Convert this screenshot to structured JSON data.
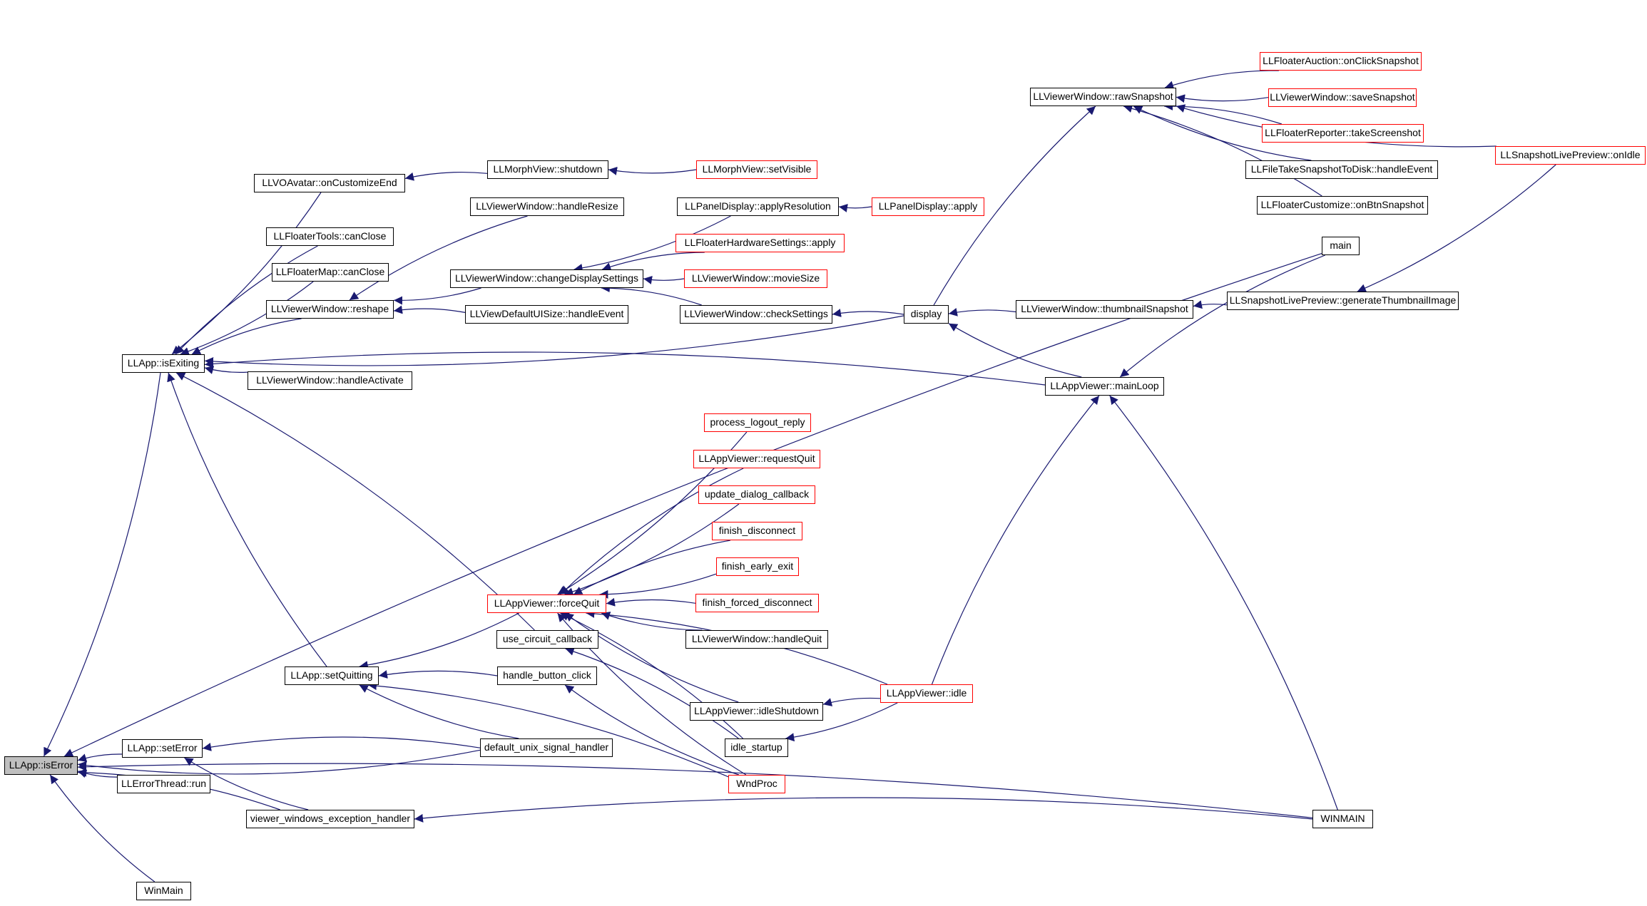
{
  "colors": {
    "edge": "#191970",
    "node_border": "#000000",
    "incomplete_border": "#ff0000",
    "selected_fill": "#bfbfbf"
  },
  "nodes": [
    {
      "id": "isError",
      "label": "LLApp::isError",
      "style": "selected"
    },
    {
      "id": "isExiting",
      "label": "LLApp::isExiting"
    },
    {
      "id": "setError",
      "label": "LLApp::setError"
    },
    {
      "id": "errThreadRun",
      "label": "LLErrorThread::run"
    },
    {
      "id": "vweh",
      "label": "viewer_windows_exception_handler"
    },
    {
      "id": "WinMain",
      "label": "WinMain"
    },
    {
      "id": "setQuitting",
      "label": "LLApp::setQuitting"
    },
    {
      "id": "onCustomizeEnd",
      "label": "LLVOAvatar::onCustomizeEnd"
    },
    {
      "id": "ftCanClose",
      "label": "LLFloaterTools::canClose"
    },
    {
      "id": "fmCanClose",
      "label": "LLFloaterMap::canClose"
    },
    {
      "id": "reshape",
      "label": "LLViewerWindow::reshape"
    },
    {
      "id": "handleActivate",
      "label": "LLViewerWindow::handleActivate"
    },
    {
      "id": "morphShutdown",
      "label": "LLMorphView::shutdown"
    },
    {
      "id": "morphSetVisible",
      "label": "LLMorphView::setVisible",
      "style": "red"
    },
    {
      "id": "handleResize",
      "label": "LLViewerWindow::handleResize"
    },
    {
      "id": "changeDisplay",
      "label": "LLViewerWindow::changeDisplaySettings"
    },
    {
      "id": "vdefHandle",
      "label": "LLViewDefaultUISize::handleEvent"
    },
    {
      "id": "applyResolution",
      "label": "LLPanelDisplay::applyResolution"
    },
    {
      "id": "pdApply",
      "label": "LLPanelDisplay::apply",
      "style": "red"
    },
    {
      "id": "fhsApply",
      "label": "LLFloaterHardwareSettings::apply",
      "style": "red"
    },
    {
      "id": "movieSize",
      "label": "LLViewerWindow::movieSize",
      "style": "red"
    },
    {
      "id": "checkSettings",
      "label": "LLViewerWindow::checkSettings"
    },
    {
      "id": "display",
      "label": "display"
    },
    {
      "id": "rawSnapshot",
      "label": "LLViewerWindow::rawSnapshot"
    },
    {
      "id": "faClick",
      "label": "LLFloaterAuction::onClickSnapshot",
      "style": "red"
    },
    {
      "id": "saveSnapshot",
      "label": "LLViewerWindow::saveSnapshot",
      "style": "red"
    },
    {
      "id": "takeScreenshot",
      "label": "LLFloaterReporter::takeScreenshot",
      "style": "red"
    },
    {
      "id": "ftsHandle",
      "label": "LLFileTakeSnapshotToDisk::handleEvent"
    },
    {
      "id": "fcBtn",
      "label": "LLFloaterCustomize::onBtnSnapshot"
    },
    {
      "id": "thumbSnap",
      "label": "LLViewerWindow::thumbnailSnapshot"
    },
    {
      "id": "genThumb",
      "label": "LLSnapshotLivePreview::generateThumbnailImage"
    },
    {
      "id": "onIdle",
      "label": "LLSnapshotLivePreview::onIdle",
      "style": "red"
    },
    {
      "id": "main",
      "label": "main"
    },
    {
      "id": "mainLoop",
      "label": "LLAppViewer::mainLoop"
    },
    {
      "id": "forceQuit",
      "label": "LLAppViewer::forceQuit",
      "style": "red"
    },
    {
      "id": "procLogout",
      "label": "process_logout_reply",
      "style": "red"
    },
    {
      "id": "requestQuit",
      "label": "LLAppViewer::requestQuit",
      "style": "red"
    },
    {
      "id": "updDialog",
      "label": "update_dialog_callback",
      "style": "red"
    },
    {
      "id": "finDisconnect",
      "label": "finish_disconnect",
      "style": "red"
    },
    {
      "id": "finEarly",
      "label": "finish_early_exit",
      "style": "red"
    },
    {
      "id": "finForced",
      "label": "finish_forced_disconnect",
      "style": "red"
    },
    {
      "id": "useCircuit",
      "label": "use_circuit_callback"
    },
    {
      "id": "handleQuit",
      "label": "LLViewerWindow::handleQuit"
    },
    {
      "id": "handleButton",
      "label": "handle_button_click"
    },
    {
      "id": "avIdle",
      "label": "LLAppViewer::idle",
      "style": "red"
    },
    {
      "id": "idleShutdown",
      "label": "LLAppViewer::idleShutdown"
    },
    {
      "id": "idleStartup",
      "label": "idle_startup"
    },
    {
      "id": "unixSig",
      "label": "default_unix_signal_handler"
    },
    {
      "id": "WndProc",
      "label": "WndProc",
      "style": "red"
    },
    {
      "id": "WINMAIN",
      "label": "WINMAIN"
    }
  ],
  "edges": [
    {
      "caller": "isExiting",
      "callee": "isError"
    },
    {
      "caller": "setError",
      "callee": "isError"
    },
    {
      "caller": "errThreadRun",
      "callee": "isError"
    },
    {
      "caller": "vweh",
      "callee": "isError"
    },
    {
      "caller": "WinMain",
      "callee": "isError"
    },
    {
      "caller": "main",
      "callee": "isError"
    },
    {
      "caller": "unixSig",
      "callee": "isError"
    },
    {
      "caller": "WINMAIN",
      "callee": "isError"
    },
    {
      "caller": "onCustomizeEnd",
      "callee": "isExiting"
    },
    {
      "caller": "ftCanClose",
      "callee": "isExiting"
    },
    {
      "caller": "fmCanClose",
      "callee": "isExiting"
    },
    {
      "caller": "reshape",
      "callee": "isExiting"
    },
    {
      "caller": "handleActivate",
      "callee": "isExiting"
    },
    {
      "caller": "mainLoop",
      "callee": "isExiting"
    },
    {
      "caller": "display",
      "callee": "isExiting"
    },
    {
      "caller": "useCircuit",
      "callee": "isExiting"
    },
    {
      "caller": "setQuitting",
      "callee": "isExiting"
    },
    {
      "caller": "morphShutdown",
      "callee": "onCustomizeEnd"
    },
    {
      "caller": "morphSetVisible",
      "callee": "morphShutdown"
    },
    {
      "caller": "handleResize",
      "callee": "reshape"
    },
    {
      "caller": "changeDisplay",
      "callee": "reshape"
    },
    {
      "caller": "vdefHandle",
      "callee": "reshape"
    },
    {
      "caller": "applyResolution",
      "callee": "changeDisplay"
    },
    {
      "caller": "fhsApply",
      "callee": "changeDisplay"
    },
    {
      "caller": "movieSize",
      "callee": "changeDisplay"
    },
    {
      "caller": "checkSettings",
      "callee": "changeDisplay"
    },
    {
      "caller": "pdApply",
      "callee": "applyResolution"
    },
    {
      "caller": "display",
      "callee": "checkSettings"
    },
    {
      "caller": "display",
      "callee": "rawSnapshot"
    },
    {
      "caller": "faClick",
      "callee": "rawSnapshot"
    },
    {
      "caller": "saveSnapshot",
      "callee": "rawSnapshot"
    },
    {
      "caller": "takeScreenshot",
      "callee": "rawSnapshot"
    },
    {
      "caller": "ftsHandle",
      "callee": "rawSnapshot"
    },
    {
      "caller": "fcBtn",
      "callee": "rawSnapshot"
    },
    {
      "caller": "onIdle",
      "callee": "rawSnapshot"
    },
    {
      "caller": "thumbSnap",
      "callee": "display"
    },
    {
      "caller": "mainLoop",
      "callee": "display"
    },
    {
      "caller": "genThumb",
      "callee": "thumbSnap"
    },
    {
      "caller": "onIdle",
      "callee": "genThumb"
    },
    {
      "caller": "main",
      "callee": "mainLoop"
    },
    {
      "caller": "avIdle",
      "callee": "mainLoop"
    },
    {
      "caller": "WINMAIN",
      "callee": "mainLoop"
    },
    {
      "caller": "forceQuit",
      "callee": "setQuitting"
    },
    {
      "caller": "handleButton",
      "callee": "setQuitting"
    },
    {
      "caller": "unixSig",
      "callee": "setQuitting"
    },
    {
      "caller": "WndProc",
      "callee": "setQuitting"
    },
    {
      "caller": "procLogout",
      "callee": "forceQuit"
    },
    {
      "caller": "requestQuit",
      "callee": "forceQuit"
    },
    {
      "caller": "updDialog",
      "callee": "forceQuit"
    },
    {
      "caller": "finDisconnect",
      "callee": "forceQuit"
    },
    {
      "caller": "finEarly",
      "callee": "forceQuit"
    },
    {
      "caller": "finForced",
      "callee": "forceQuit"
    },
    {
      "caller": "handleQuit",
      "callee": "forceQuit"
    },
    {
      "caller": "avIdle",
      "callee": "forceQuit"
    },
    {
      "caller": "idleShutdown",
      "callee": "forceQuit"
    },
    {
      "caller": "idleStartup",
      "callee": "forceQuit"
    },
    {
      "caller": "WndProc",
      "callee": "forceQuit"
    },
    {
      "caller": "idleStartup",
      "callee": "useCircuit"
    },
    {
      "caller": "WndProc",
      "callee": "handleButton"
    },
    {
      "caller": "avIdle",
      "callee": "idleShutdown"
    },
    {
      "caller": "avIdle",
      "callee": "idleStartup"
    },
    {
      "caller": "unixSig",
      "callee": "setError"
    },
    {
      "caller": "vweh",
      "callee": "setError"
    },
    {
      "caller": "WINMAIN",
      "callee": "vweh"
    }
  ]
}
